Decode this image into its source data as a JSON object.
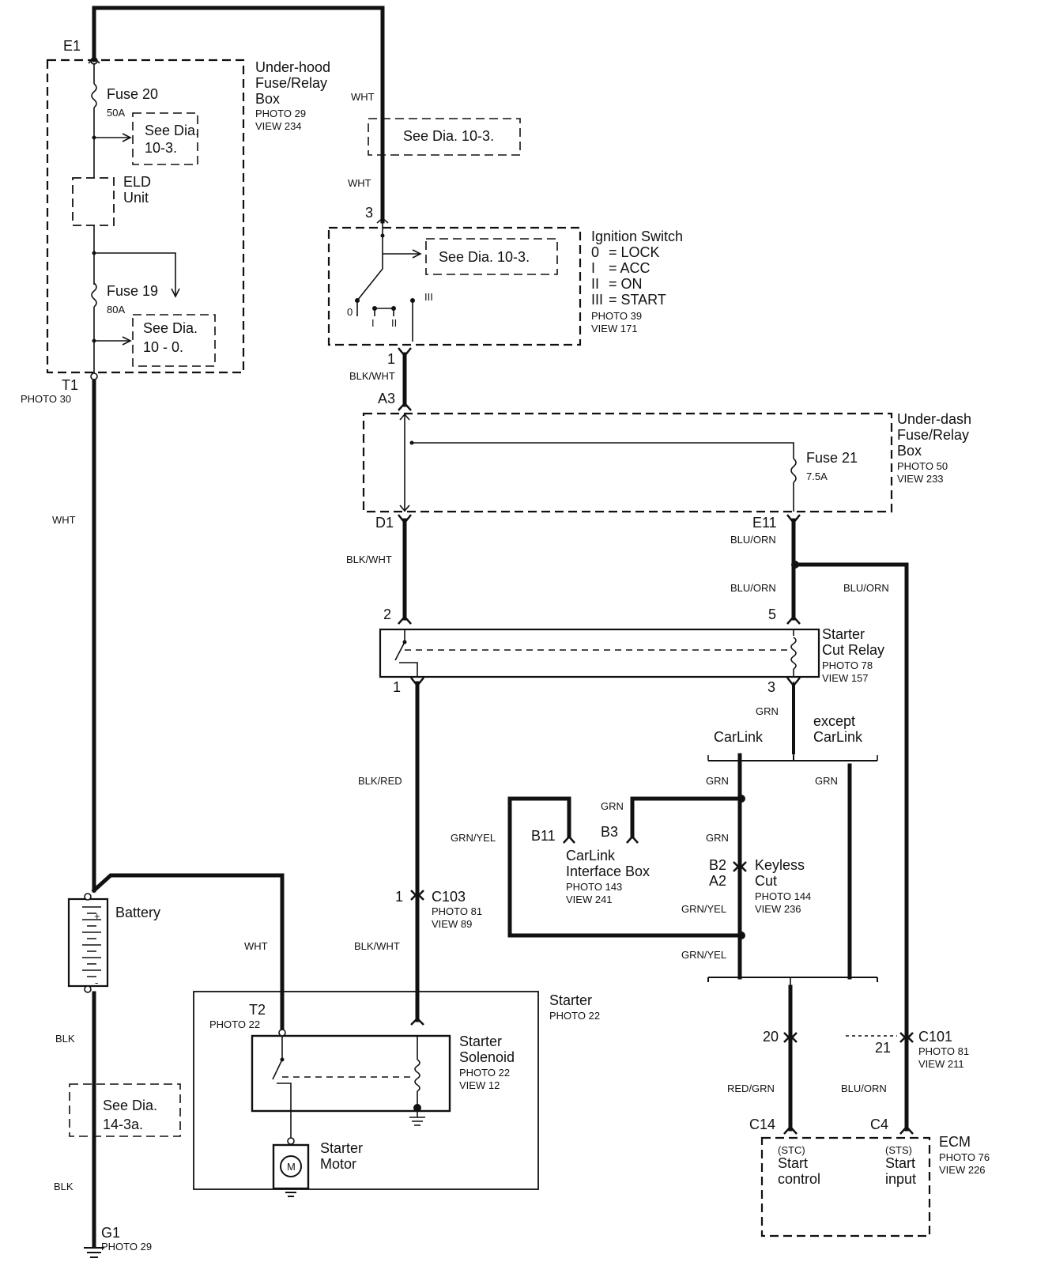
{
  "connectors": {
    "E1": "E1",
    "T1": "T1",
    "T1_photo": "PHOTO 30",
    "sw3": "3",
    "sw1": "1",
    "A3": "A3",
    "D1": "D1",
    "E11": "E11",
    "r2": "2",
    "r5": "5",
    "r1": "1",
    "r3": "3",
    "B11": "B11",
    "B3": "B3",
    "B2": "B2",
    "A2": "A2",
    "c103_pin": "1",
    "C103": "C103",
    "C103_photo": "PHOTO 81",
    "C103_view": "VIEW 89",
    "T2": "T2",
    "T2_photo": "PHOTO 22",
    "p20": "20",
    "p21": "21",
    "C101": "C101",
    "C101_photo": "PHOTO 81",
    "C101_view": "VIEW 211",
    "C14": "C14",
    "C4": "C4",
    "G1": "G1",
    "G1_photo": "PHOTO 29"
  },
  "underhood": {
    "line1": "Under-hood",
    "line2": "Fuse/Relay",
    "line3": "Box",
    "photo": "PHOTO 29",
    "view": "VIEW 234"
  },
  "fuse20": {
    "label": "Fuse 20",
    "rating": "50A"
  },
  "fuse19": {
    "label": "Fuse 19",
    "rating": "80A"
  },
  "eld": {
    "line1": "ELD",
    "line2": "Unit"
  },
  "see_a": {
    "line1": "See Dia.",
    "line2": "10-3."
  },
  "see_b": {
    "line1": "See Dia.",
    "line2": "10 - 0."
  },
  "see_top": "See Dia. 10-3.",
  "see_sw": "See Dia. 10-3.",
  "see_gnd": {
    "line1": "See Dia.",
    "line2": "14-3a."
  },
  "ignition": {
    "title": "Ignition Switch",
    "k0": "0",
    "v0": "= LOCK",
    "k1": "I",
    "v1": "= ACC",
    "k2": "II",
    "v2": "= ON",
    "k3": "III",
    "v3": "= START",
    "photo": "PHOTO 39",
    "view": "VIEW 171",
    "pos0": "0",
    "pos1": "I",
    "pos2": "II",
    "pos3": "III"
  },
  "underdash": {
    "line1": "Under-dash",
    "line2": "Fuse/Relay",
    "line3": "Box",
    "photo": "PHOTO 50",
    "view": "VIEW 233"
  },
  "fuse21": {
    "label": "Fuse 21",
    "rating": "7.5A"
  },
  "relay": {
    "line1": "Starter",
    "line2": "Cut Relay",
    "photo": "PHOTO 78",
    "view": "VIEW 157"
  },
  "branch": {
    "carlink": "CarLink",
    "except1": "except",
    "except2": "CarLink"
  },
  "carlink_box": {
    "line1": "CarLink",
    "line2": "Interface Box",
    "photo": "PHOTO 143",
    "view": "VIEW 241"
  },
  "keyless": {
    "line1": "Keyless",
    "line2": "Cut",
    "photo": "PHOTO 144",
    "view": "VIEW 236"
  },
  "battery": {
    "label": "Battery",
    "plus": "+",
    "minus": "-"
  },
  "starter": {
    "label": "Starter",
    "photo": "PHOTO 22"
  },
  "solenoid": {
    "line1": "Starter",
    "line2": "Solenoid",
    "photo": "PHOTO 22",
    "view": "VIEW 12"
  },
  "motor": {
    "line1": "Starter",
    "line2": "Motor",
    "symbol": "M"
  },
  "ecm": {
    "label": "ECM",
    "photo": "PHOTO 76",
    "view": "VIEW 226",
    "stc": "(STC)",
    "stc1": "Start",
    "stc2": "control",
    "sts": "(STS)",
    "sts1": "Start",
    "sts2": "input"
  },
  "wires": {
    "wht_top": "WHT",
    "wht_top2": "WHT",
    "blk_wht_1": "BLK/WHT",
    "blk_wht_2": "BLK/WHT",
    "blk_wht_3": "BLK/WHT",
    "blu_orn_1": "BLU/ORN",
    "blu_orn_2": "BLU/ORN",
    "blu_orn_3": "BLU/ORN",
    "blu_orn_4": "BLU/ORN",
    "wht_left": "WHT",
    "wht_batt": "WHT",
    "blk_1": "BLK",
    "blk_2": "BLK",
    "blk_red": "BLK/RED",
    "grn_yel_1": "GRN/YEL",
    "grn_yel_2": "GRN/YEL",
    "grn_yel_3": "GRN/YEL",
    "grn_1": "GRN",
    "grn_2": "GRN",
    "grn_3": "GRN",
    "grn_4": "GRN",
    "grn_5": "GRN",
    "red_grn": "RED/GRN"
  }
}
